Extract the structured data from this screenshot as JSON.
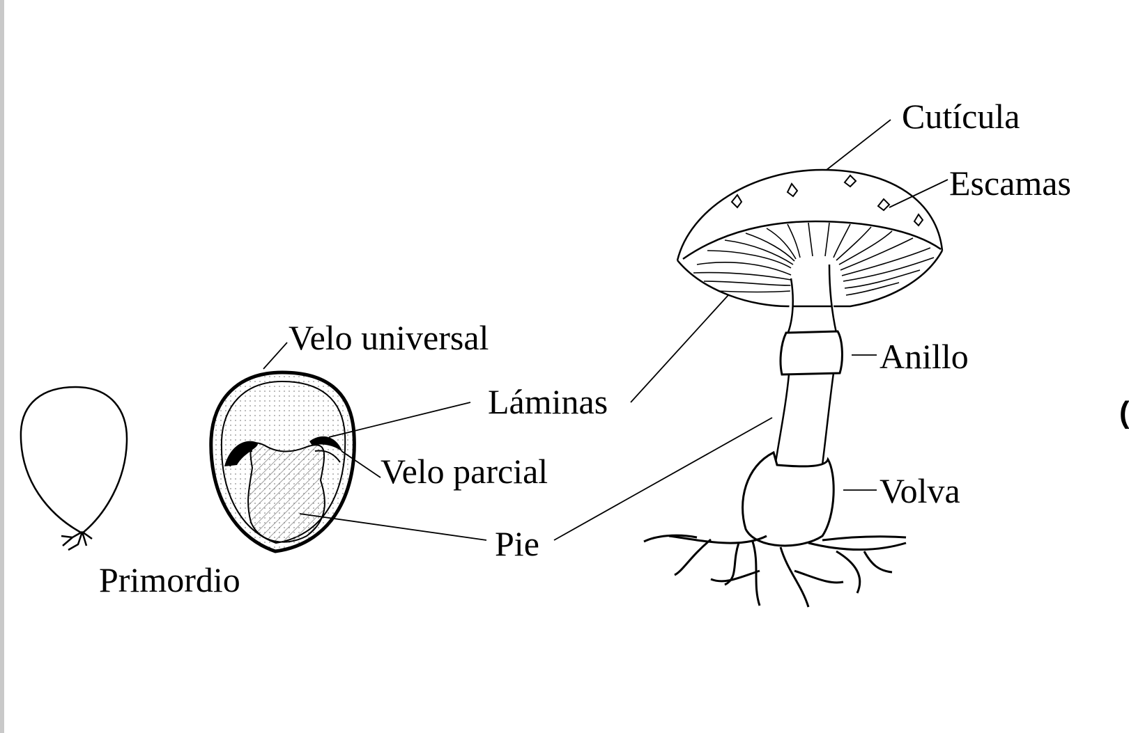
{
  "labels": {
    "primordio": "Primordio",
    "velo_universal": "Velo universal",
    "laminas": "Láminas",
    "velo_parcial": "Velo parcial",
    "pie": "Pie",
    "cuticula": "Cutícula",
    "escamas": "Escamas",
    "anillo": "Anillo",
    "volva": "Volva",
    "clipped_char": "("
  },
  "colors": {
    "ink": "#000000",
    "background": "#ffffff",
    "hatch": "#9a9a9a"
  }
}
